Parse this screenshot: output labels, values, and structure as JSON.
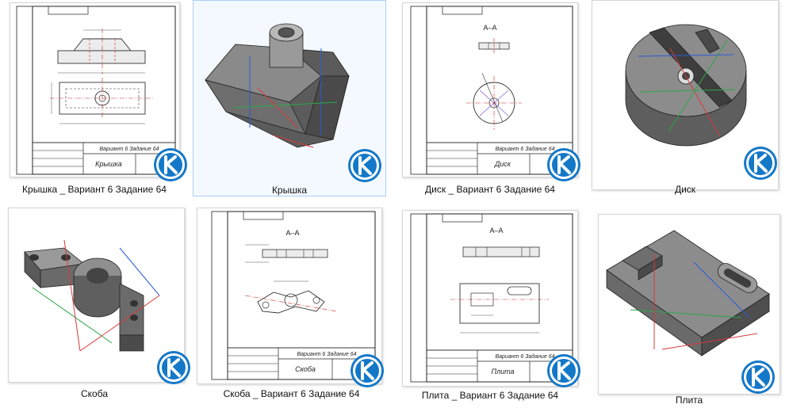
{
  "items": [
    {
      "caption": "Крышка _ Вариант 6 Задание 64",
      "kind": "drawing",
      "stamp": "Вариант 6 Задание 64",
      "part": "Крышка"
    },
    {
      "caption": "Крышка",
      "kind": "model"
    },
    {
      "caption": "Диск _ Вариант 6 Задание 64",
      "kind": "drawing",
      "stamp": "Вариант 6 Задание 64",
      "part": "Диск",
      "section": "А–А"
    },
    {
      "caption": "Диск",
      "kind": "model"
    },
    {
      "caption": "Скоба",
      "kind": "model"
    },
    {
      "caption": "Скоба _ Вариант 6 Задание 64",
      "kind": "drawing",
      "stamp": "Вариант 6 Задание 64",
      "part": "Скоба",
      "section": "А–А"
    },
    {
      "caption": "Плита _ Вариант 6 Задание 64",
      "kind": "drawing",
      "stamp": "Вариант 6 Задание 64",
      "part": "Плита",
      "section": "А–А"
    },
    {
      "caption": "Плита",
      "kind": "model"
    }
  ],
  "colors": {
    "badge": "#1478c8",
    "selection": "#a9cdf2",
    "model_gray": "#6a6a6a"
  },
  "icon": "kompas-3d-logo-icon"
}
